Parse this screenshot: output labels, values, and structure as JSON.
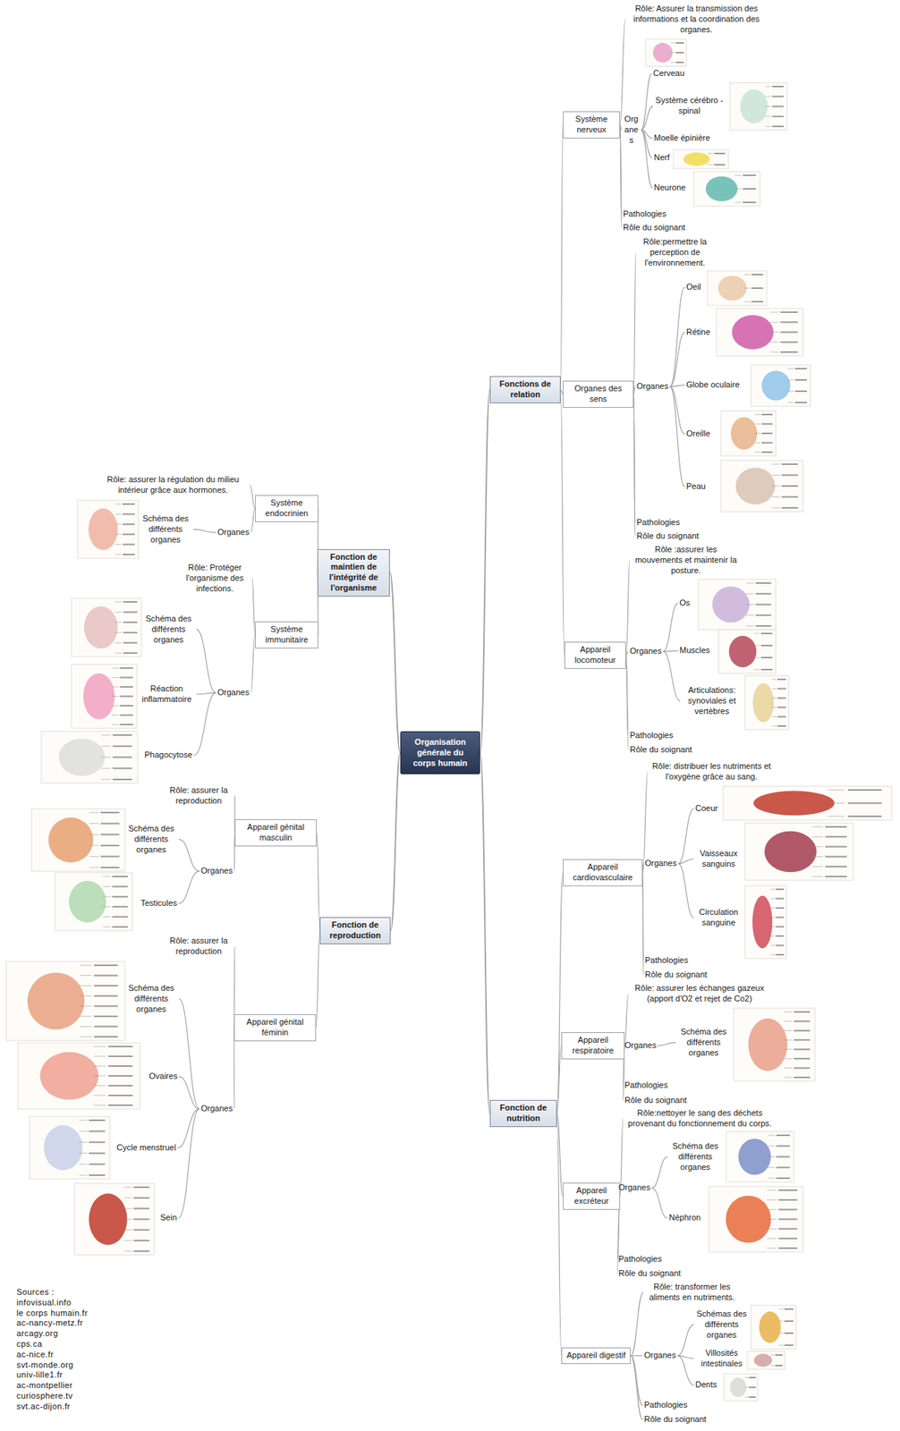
{
  "diagram": {
    "nodes": [
      {
        "text": [
          "Organisation générale du corps humain"
        ]
      },
      {
        "text": [
          "Fonctions de relation"
        ]
      },
      {
        "text": [
          "Système nerveux"
        ]
      },
      {
        "text": [
          "Rôle: Assurer la transmission des informations et la coordination des organes."
        ]
      },
      {
        "text": [
          "Organes"
        ]
      },
      {
        "text": [
          "Cerveau"
        ]
      },
      {
        "text": [
          "Système cérébro -spinal"
        ]
      },
      {
        "text": [
          "Moelle épinière"
        ]
      },
      {
        "text": [
          "Nerf"
        ]
      },
      {
        "text": [
          "Neurone"
        ]
      },
      {
        "text": [
          "Pathologies"
        ]
      },
      {
        "text": [
          "Rôle du soignant"
        ]
      },
      {
        "text": [
          "Organes des sens"
        ]
      },
      {
        "text": [
          "Rôle:permettre la perception de l'environnement."
        ]
      },
      {
        "text": [
          "Organes"
        ]
      },
      {
        "text": [
          "Oeil"
        ]
      },
      {
        "text": [
          "Rétine"
        ]
      },
      {
        "text": [
          "Globe oculaire"
        ]
      },
      {
        "text": [
          "Oreille"
        ]
      },
      {
        "text": [
          "Peau"
        ]
      },
      {
        "text": [
          "Pathologies"
        ]
      },
      {
        "text": [
          "Rôle du soignant"
        ]
      },
      {
        "text": [
          "Appareil locomoteur"
        ]
      },
      {
        "text": [
          "Rôle :assurer les mouvements et maintenir la posture."
        ]
      },
      {
        "text": [
          "Organes"
        ]
      },
      {
        "text": [
          "Os"
        ]
      },
      {
        "text": [
          "Muscles"
        ]
      },
      {
        "text": [
          "Articulations: synoviales et vertèbres"
        ]
      },
      {
        "text": [
          "Pathologies"
        ]
      },
      {
        "text": [
          "Rôle du soignant"
        ]
      },
      {
        "text": [
          "Fonction de nutrition"
        ]
      },
      {
        "text": [
          "Appareil cardiovasculaire"
        ]
      },
      {
        "text": [
          "Rôle: distribuer les nutriments et l'oxygène grâce au sang."
        ]
      },
      {
        "text": [
          "Organes"
        ]
      },
      {
        "text": [
          "Coeur"
        ]
      },
      {
        "text": [
          "Vaisseaux sanguins"
        ]
      },
      {
        "text": [
          "Circulation sanguine"
        ]
      },
      {
        "text": [
          "Pathologies"
        ]
      },
      {
        "text": [
          "Rôle du soignant"
        ]
      },
      {
        "text": [
          "Appareil respiratoire"
        ]
      },
      {
        "text": [
          "Rôle: assurer les échanges gazeux (apport d'O2 et rejet de Co2)"
        ]
      },
      {
        "text": [
          "Organes"
        ]
      },
      {
        "text": [
          "Schéma des différents organes"
        ]
      },
      {
        "text": [
          "Pathologies"
        ]
      },
      {
        "text": [
          "Rôle du soignant"
        ]
      },
      {
        "text": [
          "Appareil excréteur"
        ]
      },
      {
        "text": [
          "Rôle:nettoyer le sang des déchets provenant du fonctionnement du corps."
        ]
      },
      {
        "text": [
          "Organes"
        ]
      },
      {
        "text": [
          "Schéma des différents organes"
        ]
      },
      {
        "text": [
          "Néphron"
        ]
      },
      {
        "text": [
          "Pathologies"
        ]
      },
      {
        "text": [
          "Rôle du soignant"
        ]
      },
      {
        "text": [
          "Appareil digestif"
        ]
      },
      {
        "text": [
          "Rôle: transformer les aliments en nutriments."
        ]
      },
      {
        "text": [
          "Organes"
        ]
      },
      {
        "text": [
          "Schémas des différents organes"
        ]
      },
      {
        "text": [
          "Villosités intestinales"
        ]
      },
      {
        "text": [
          "Dents"
        ]
      },
      {
        "text": [
          "Pathologies"
        ]
      },
      {
        "text": [
          "Rôle du soignant"
        ]
      },
      {
        "text": [
          "Fonction de maintien de l'intégrité de l'organisme"
        ]
      },
      {
        "text": [
          "Système endocrinien"
        ]
      },
      {
        "text": [
          "Rôle: assurer la régulation du milieu intérieur grâce aux hormones."
        ]
      },
      {
        "text": [
          "Organes"
        ]
      },
      {
        "text": [
          "Schéma des différents organes"
        ]
      },
      {
        "text": [
          "Système immunitaire"
        ]
      },
      {
        "text": [
          "Rôle: Protéger l'organisme des infections."
        ]
      },
      {
        "text": [
          "Organes"
        ]
      },
      {
        "text": [
          "Schéma des différents organes"
        ]
      },
      {
        "text": [
          "Réaction inflammatoire"
        ]
      },
      {
        "text": [
          "Phagocytose"
        ]
      },
      {
        "text": [
          "Fonction de reproduction"
        ]
      },
      {
        "text": [
          "Appareil génital masculin"
        ]
      },
      {
        "text": [
          "Rôle: assurer la reproduction"
        ]
      },
      {
        "text": [
          "Organes"
        ]
      },
      {
        "text": [
          "Schéma des différents organes"
        ]
      },
      {
        "text": [
          "Testicules"
        ]
      },
      {
        "text": [
          "Appareil génital féminin"
        ]
      },
      {
        "text": [
          "Rôle: assurer la reproduction"
        ]
      },
      {
        "text": [
          "Organes"
        ]
      },
      {
        "text": [
          "Schéma des différents organes"
        ]
      },
      {
        "text": [
          "Ovaires"
        ]
      },
      {
        "text": [
          "Cycle menstruel"
        ]
      },
      {
        "text": [
          "Sein"
        ]
      }
    ],
    "edges": [
      {
        "from": 0,
        "to": 1,
        "arrow": "none"
      },
      {
        "from": 0,
        "to": 30,
        "arrow": "none"
      },
      {
        "from": 0,
        "to": 60,
        "arrow": "none"
      },
      {
        "from": 0,
        "to": 71,
        "arrow": "none"
      },
      {
        "from": 1,
        "to": 2,
        "arrow": "none"
      },
      {
        "from": 1,
        "to": 12,
        "arrow": "none"
      },
      {
        "from": 1,
        "to": 22,
        "arrow": "none"
      },
      {
        "from": 2,
        "to": 3,
        "arrow": "none"
      },
      {
        "from": 2,
        "to": 4,
        "arrow": "none"
      },
      {
        "from": 2,
        "to": 10,
        "arrow": "none"
      },
      {
        "from": 2,
        "to": 11,
        "arrow": "none"
      },
      {
        "from": 4,
        "to": 5,
        "arrow": "none"
      },
      {
        "from": 4,
        "to": 6,
        "arrow": "none"
      },
      {
        "from": 4,
        "to": 7,
        "arrow": "none"
      },
      {
        "from": 4,
        "to": 8,
        "arrow": "none"
      },
      {
        "from": 4,
        "to": 9,
        "arrow": "none"
      },
      {
        "from": 12,
        "to": 13,
        "arrow": "none"
      },
      {
        "from": 12,
        "to": 14,
        "arrow": "none"
      },
      {
        "from": 12,
        "to": 20,
        "arrow": "none"
      },
      {
        "from": 12,
        "to": 21,
        "arrow": "none"
      },
      {
        "from": 14,
        "to": 15,
        "arrow": "none"
      },
      {
        "from": 14,
        "to": 16,
        "arrow": "none"
      },
      {
        "from": 14,
        "to": 17,
        "arrow": "none"
      },
      {
        "from": 14,
        "to": 18,
        "arrow": "none"
      },
      {
        "from": 14,
        "to": 19,
        "arrow": "none"
      },
      {
        "from": 22,
        "to": 23,
        "arrow": "none"
      },
      {
        "from": 22,
        "to": 24,
        "arrow": "none"
      },
      {
        "from": 22,
        "to": 28,
        "arrow": "none"
      },
      {
        "from": 22,
        "to": 29,
        "arrow": "none"
      },
      {
        "from": 24,
        "to": 25,
        "arrow": "none"
      },
      {
        "from": 24,
        "to": 26,
        "arrow": "none"
      },
      {
        "from": 24,
        "to": 27,
        "arrow": "none"
      },
      {
        "from": 30,
        "to": 31,
        "arrow": "none"
      },
      {
        "from": 30,
        "to": 39,
        "arrow": "none"
      },
      {
        "from": 30,
        "to": 45,
        "arrow": "none"
      },
      {
        "from": 30,
        "to": 52,
        "arrow": "none"
      },
      {
        "from": 31,
        "to": 32,
        "arrow": "none"
      },
      {
        "from": 31,
        "to": 33,
        "arrow": "none"
      },
      {
        "from": 31,
        "to": 37,
        "arrow": "none"
      },
      {
        "from": 31,
        "to": 38,
        "arrow": "none"
      },
      {
        "from": 33,
        "to": 34,
        "arrow": "none"
      },
      {
        "from": 33,
        "to": 35,
        "arrow": "none"
      },
      {
        "from": 33,
        "to": 36,
        "arrow": "none"
      },
      {
        "from": 39,
        "to": 40,
        "arrow": "none"
      },
      {
        "from": 39,
        "to": 41,
        "arrow": "none"
      },
      {
        "from": 39,
        "to": 43,
        "arrow": "none"
      },
      {
        "from": 39,
        "to": 44,
        "arrow": "none"
      },
      {
        "from": 41,
        "to": 42,
        "arrow": "none"
      },
      {
        "from": 45,
        "to": 46,
        "arrow": "none"
      },
      {
        "from": 45,
        "to": 47,
        "arrow": "none"
      },
      {
        "from": 45,
        "to": 50,
        "arrow": "none"
      },
      {
        "from": 45,
        "to": 51,
        "arrow": "none"
      },
      {
        "from": 47,
        "to": 48,
        "arrow": "none"
      },
      {
        "from": 47,
        "to": 49,
        "arrow": "none"
      },
      {
        "from": 52,
        "to": 53,
        "arrow": "none"
      },
      {
        "from": 52,
        "to": 54,
        "arrow": "none"
      },
      {
        "from": 52,
        "to": 58,
        "arrow": "none"
      },
      {
        "from": 52,
        "to": 59,
        "arrow": "none"
      },
      {
        "from": 54,
        "to": 55,
        "arrow": "none"
      },
      {
        "from": 54,
        "to": 56,
        "arrow": "none"
      },
      {
        "from": 54,
        "to": 57,
        "arrow": "none"
      },
      {
        "from": 60,
        "to": 61,
        "arrow": "none"
      },
      {
        "from": 60,
        "to": 65,
        "arrow": "none"
      },
      {
        "from": 61,
        "to": 62,
        "arrow": "none"
      },
      {
        "from": 61,
        "to": 63,
        "arrow": "none"
      },
      {
        "from": 63,
        "to": 64,
        "arrow": "none"
      },
      {
        "from": 65,
        "to": 66,
        "arrow": "none"
      },
      {
        "from": 65,
        "to": 67,
        "arrow": "none"
      },
      {
        "from": 67,
        "to": 68,
        "arrow": "none"
      },
      {
        "from": 67,
        "to": 69,
        "arrow": "none"
      },
      {
        "from": 67,
        "to": 70,
        "arrow": "none"
      },
      {
        "from": 71,
        "to": 72,
        "arrow": "none"
      },
      {
        "from": 71,
        "to": 77,
        "arrow": "none"
      },
      {
        "from": 72,
        "to": 73,
        "arrow": "none"
      },
      {
        "from": 72,
        "to": 74,
        "arrow": "none"
      },
      {
        "from": 74,
        "to": 75,
        "arrow": "none"
      },
      {
        "from": 74,
        "to": 76,
        "arrow": "none"
      },
      {
        "from": 77,
        "to": 78,
        "arrow": "none"
      },
      {
        "from": 77,
        "to": 79,
        "arrow": "none"
      },
      {
        "from": 79,
        "to": 80,
        "arrow": "none"
      },
      {
        "from": 79,
        "to": 81,
        "arrow": "none"
      },
      {
        "from": 79,
        "to": 82,
        "arrow": "none"
      },
      {
        "from": 79,
        "to": 83,
        "arrow": "none"
      }
    ],
    "labels": [
      "Sources :",
      "infovisual.info",
      "le corps humain.fr",
      "ac-nancy-metz.fr",
      "arcagy.org",
      "cps.ca",
      "ac-nice.fr",
      "svt-monde.org",
      "univ-lille1.fr",
      "ac-montpellier",
      "curiosphere.tv",
      "svt.ac-dijon.fr"
    ]
  }
}
